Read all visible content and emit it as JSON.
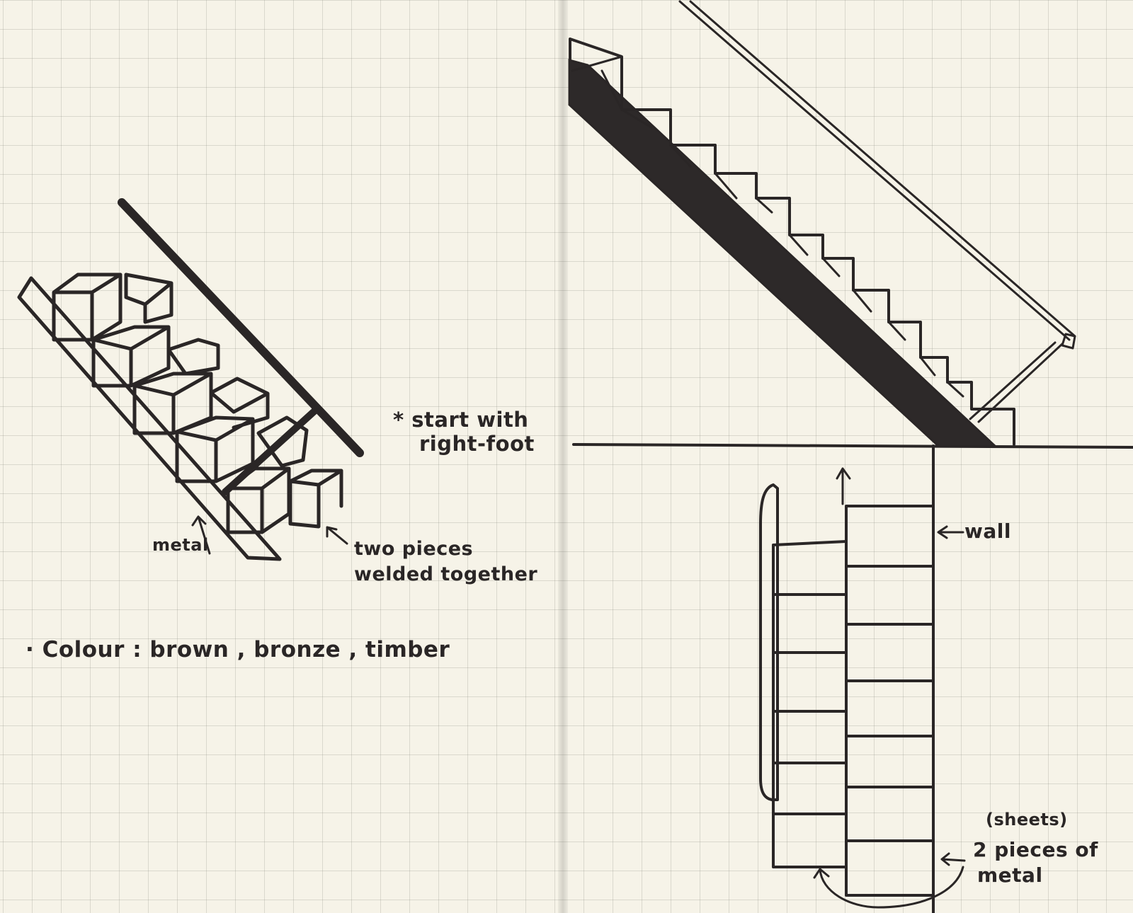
{
  "notes": {
    "start_with": "* start with",
    "right_foot": "right-foot",
    "metal": "metal",
    "two_pieces": "two pieces",
    "welded_together": "welded together",
    "colour": "· Colour : brown , bronze , timber",
    "wall": "wall",
    "sheets": "(sheets)",
    "two_pieces_of": "2 pieces of",
    "metal_plan": "metal"
  },
  "colors": {
    "ink": "#2a2626",
    "paper": "#f6f3e8",
    "grid": "#c9c6ba"
  }
}
